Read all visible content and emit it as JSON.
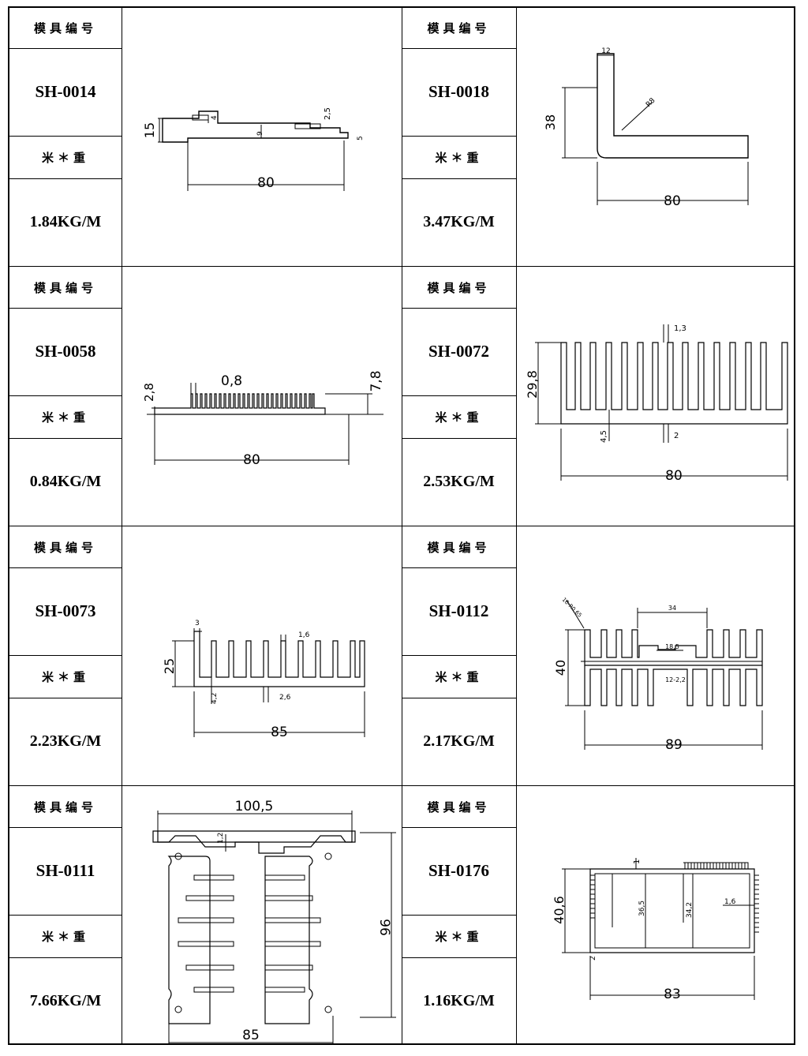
{
  "labels": {
    "mold_no": "模具编号",
    "weight": "米＊重"
  },
  "items": [
    {
      "code": "SH-0014",
      "weight": "1.84KG/M",
      "dims": {
        "w": "80",
        "h": "15",
        "a": "4",
        "b": "9",
        "c": "2,5",
        "d": "5"
      }
    },
    {
      "code": "SH-0018",
      "weight": "3.47KG/M",
      "dims": {
        "w": "80",
        "h": "38",
        "t": "12",
        "r": "R8"
      }
    },
    {
      "code": "SH-0058",
      "weight": "0.84KG/M",
      "dims": {
        "w": "80",
        "h": "2,8",
        "fin": "0,8",
        "e": "7,8"
      }
    },
    {
      "code": "SH-0072",
      "weight": "2.53KG/M",
      "dims": {
        "w": "80",
        "h": "29,8",
        "top": "1,3",
        "base": "4,5",
        "gap": "2"
      }
    },
    {
      "code": "SH-0073",
      "weight": "2.23KG/M",
      "dims": {
        "w": "85",
        "h": "25",
        "a": "3",
        "b": "1,6",
        "c": "4,2",
        "d": "2,6"
      }
    },
    {
      "code": "SH-0112",
      "weight": "2.17KG/M",
      "dims": {
        "w": "89",
        "h": "40",
        "a": "16-R0,65",
        "b": "34",
        "c": "18,5",
        "d": "12-2,2"
      }
    },
    {
      "code": "SH-0111",
      "weight": "7.66KG/M",
      "dims": {
        "w": "85",
        "top": "100,5",
        "h": "96",
        "a": "1,2"
      }
    },
    {
      "code": "SH-0176",
      "weight": "1.16KG/M",
      "dims": {
        "w": "83",
        "h": "40,6",
        "a": "1",
        "b": "36,5",
        "c": "34,2",
        "d": "1,6",
        "e": "2"
      }
    }
  ]
}
